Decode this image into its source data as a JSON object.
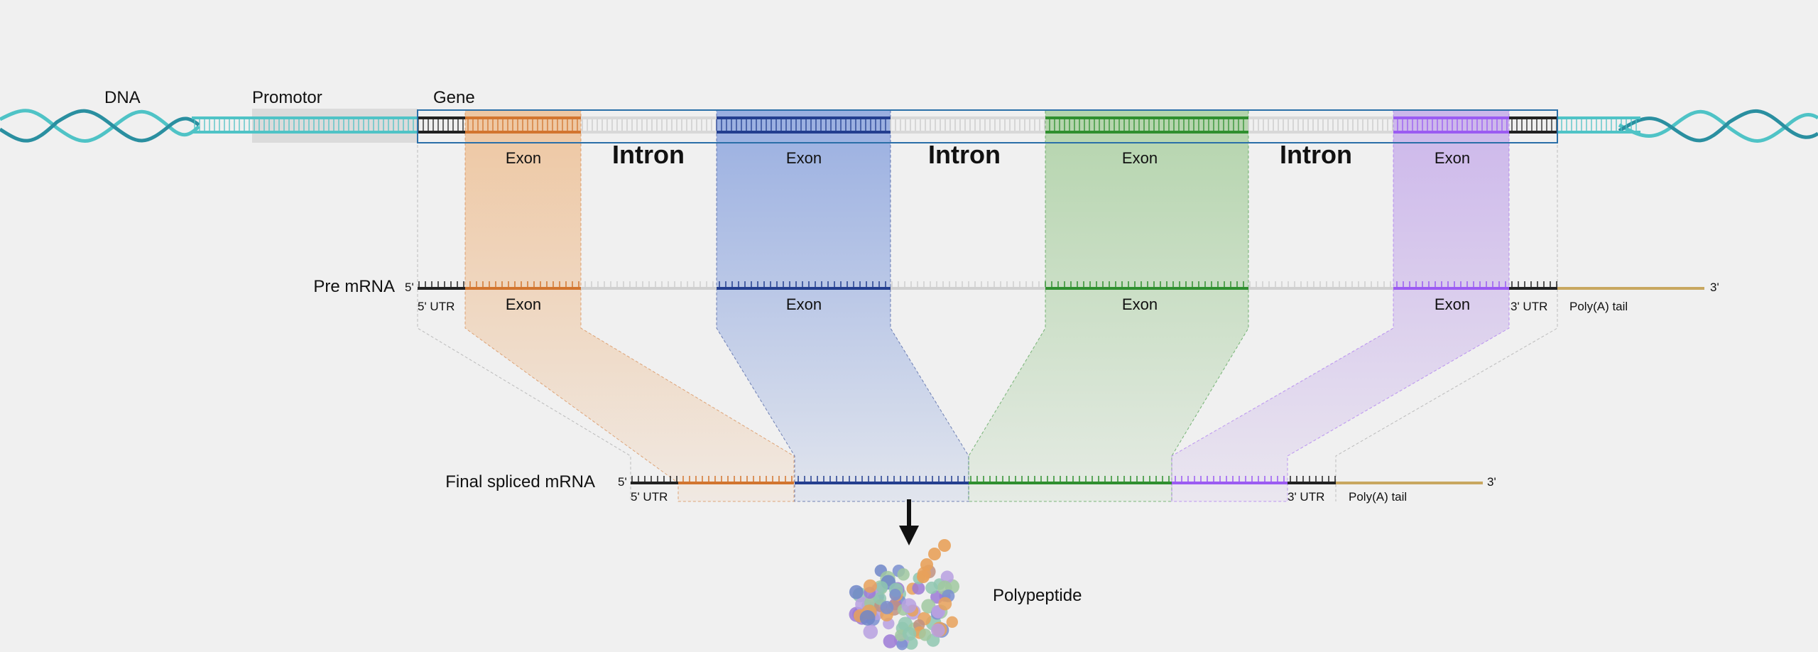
{
  "labels": {
    "dna": "DNA",
    "promotor": "Promotor",
    "gene": "Gene",
    "exon": "Exon",
    "intron": "Intron",
    "pre_mrna": "Pre mRNA",
    "final_mrna": "Final spliced mRNA",
    "five_prime": "5'",
    "three_prime": "3'",
    "five_utr": "5' UTR",
    "three_utr": "3' UTR",
    "polya": "Poly(A) tail",
    "polypeptide": "Polypeptide"
  },
  "colors": {
    "background": "#f0f0f0",
    "dna_helix": "#4fc3c6",
    "utr": "#222222",
    "intron_strand": "#d0d0d0",
    "polya": "#c8a760",
    "exon1": "#d2752f",
    "exon2": "#233e8f",
    "exon3": "#2f8f2f",
    "exon4": "#9b5bf2",
    "exon1_fill": "#eebf93",
    "exon2_fill": "#8fa7df",
    "exon3_fill": "#a9cfa0",
    "exon4_fill": "#c8b0ea"
  },
  "icons": [
    "dna-helix-icon",
    "down-arrow-icon",
    "polypeptide-blob-icon"
  ]
}
